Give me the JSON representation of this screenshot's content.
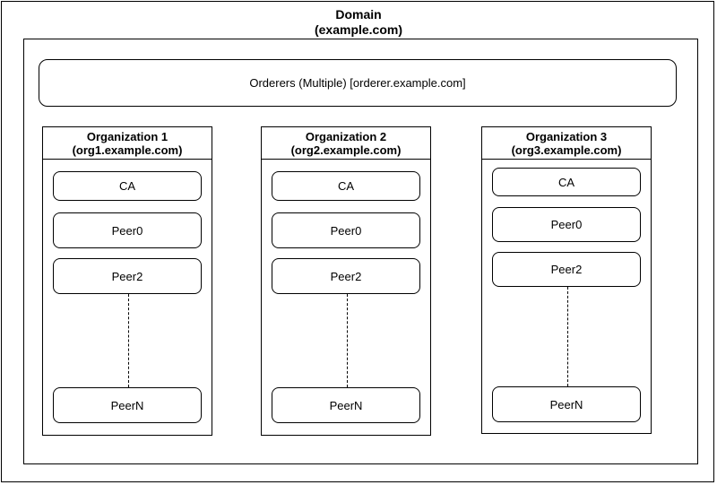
{
  "domain": {
    "title": "Domain",
    "subtitle": "(example.com)"
  },
  "orderers": {
    "label": "Orderers (Multiple) [orderer.example.com]"
  },
  "organizations": [
    {
      "title": "Organization 1",
      "subtitle": "(org1.example.com)",
      "nodes": [
        "CA",
        "Peer0",
        "Peer2",
        "PeerN"
      ]
    },
    {
      "title": "Organization 2",
      "subtitle": "(org2.example.com)",
      "nodes": [
        "CA",
        "Peer0",
        "Peer2",
        "PeerN"
      ]
    },
    {
      "title": "Organization 3",
      "subtitle": "(org3.example.com)",
      "nodes": [
        "CA",
        "Peer0",
        "Peer2",
        "PeerN"
      ]
    }
  ]
}
